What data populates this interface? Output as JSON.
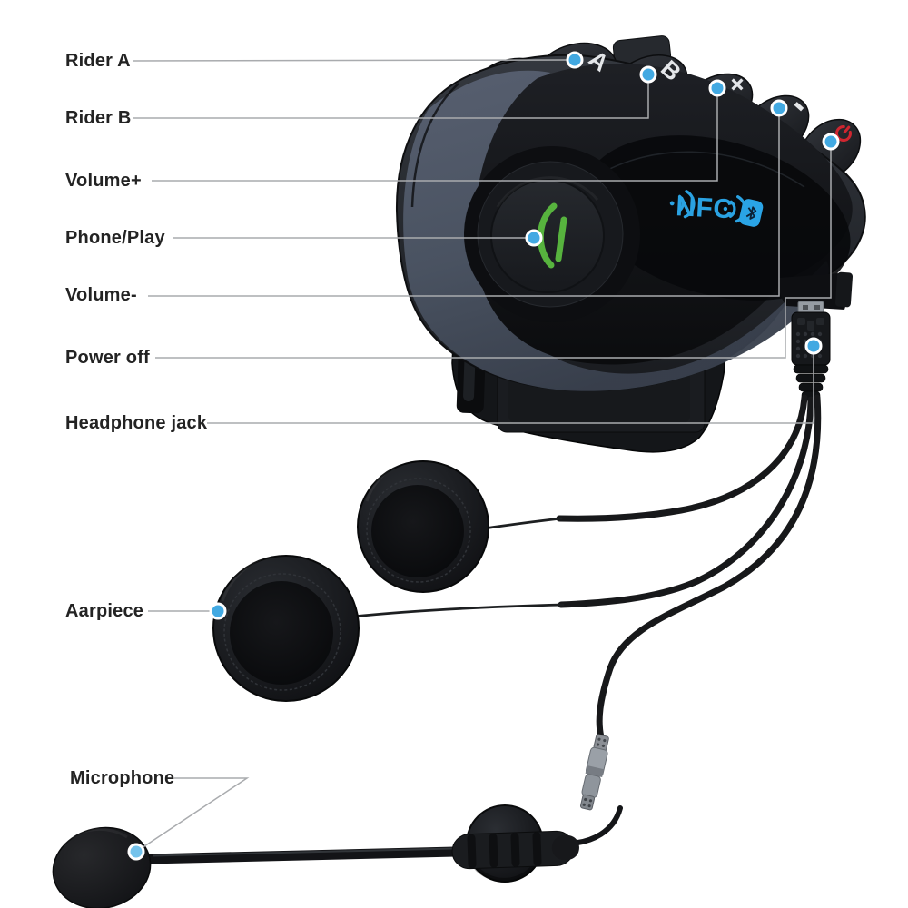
{
  "callout_labels": {
    "rider_a": "Rider A",
    "rider_b": "Rider B",
    "volume_plus": "Volume+",
    "phone_play": "Phone/Play",
    "volume_minus": "Volume-",
    "power_off": "Power off",
    "headphone_jack": "Headphone jack",
    "earpiece": "Aarpiece",
    "microphone": "Microphone"
  },
  "device_markings": {
    "button_a": "A",
    "button_b": "B",
    "button_plus": "+",
    "button_minus": "-",
    "nfc_label": "NFC"
  },
  "icons": {
    "power": "power-icon",
    "bluetooth": "bluetooth-icon",
    "nfc_waves_left": "nfc-signal-waves-left-icon",
    "nfc_waves_right": "nfc-signal-waves-right-icon",
    "phone": "phone-handset-icon",
    "callout_marker": "callout-dot-icon"
  },
  "colors": {
    "callout_dot_blue": "#42a9e2",
    "nfc_blue": "#2aa2e2",
    "bluetooth_badge_blue": "#2aa4e6",
    "phone_green": "#57b33e",
    "power_red": "#cf2630",
    "label_text": "#232323",
    "callout_line_grey": "#a9abae",
    "body_slate": "#4b5463",
    "body_charcoal": "#202227"
  }
}
